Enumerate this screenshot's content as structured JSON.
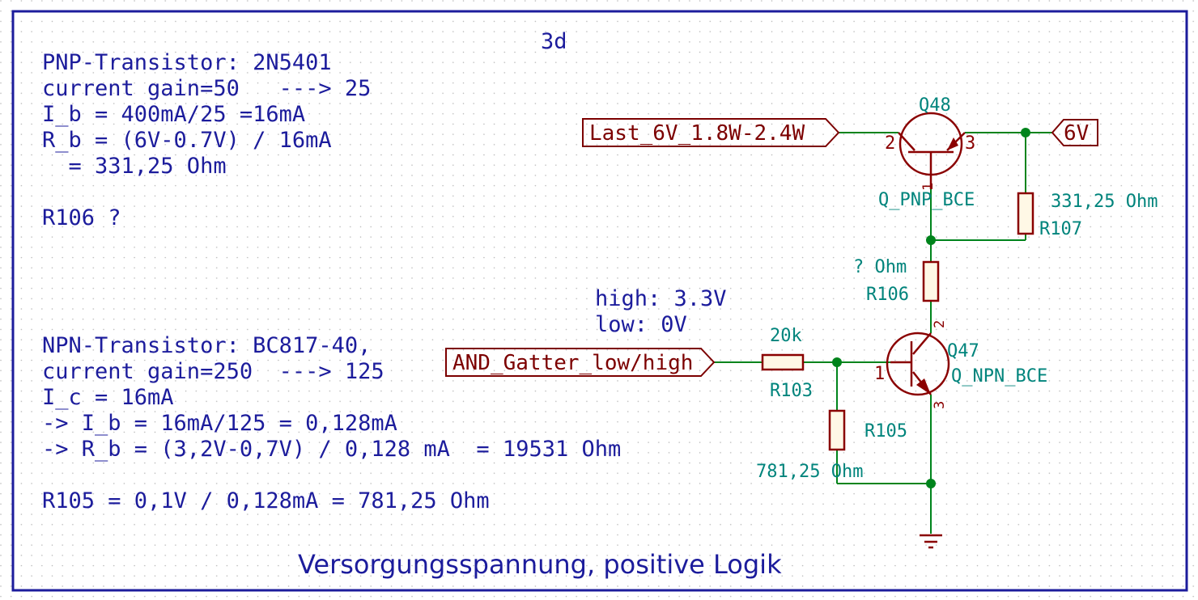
{
  "sheet_id": "3d",
  "notes": {
    "pnp": [
      "PNP-Transistor: 2N5401",
      "current gain=50   ---> 25",
      "I_b = 400mA/25 =16mA",
      "R_b = (6V-0.7V) / 16mA",
      "  = 331,25 Ohm",
      "",
      "R106 ?"
    ],
    "npn": [
      "NPN-Transistor: BC817-40,",
      "current gain=250  ---> 125",
      "I_c = 16mA",
      "-> I_b = 16mA/125 = 0,128mA",
      "-> R_b = (3,2V-0,7V) / 0,128 mA  = 19531 Ohm",
      "",
      "R105 = 0,1V / 0,128mA = 781,25 Ohm"
    ],
    "input_levels": [
      "high: 3.3V",
      "low: 0V"
    ]
  },
  "labels": {
    "last": "Last_6V_1.8W-2.4W",
    "supply": "6V",
    "and_gate": "AND_Gatter_low/high"
  },
  "components": {
    "q48": {
      "ref": "Q48",
      "value": "Q_PNP_BCE",
      "pin_b": "1",
      "pin_c": "2",
      "pin_e": "3"
    },
    "q47": {
      "ref": "Q47",
      "value": "Q_NPN_BCE",
      "pin_b": "1",
      "pin_c": "2",
      "pin_e": "3"
    },
    "r107": {
      "ref": "R107",
      "value": "331,25 Ohm"
    },
    "r106": {
      "ref": "R106",
      "value": "? Ohm"
    },
    "r103": {
      "ref": "R103",
      "value": "20k"
    },
    "r105": {
      "ref": "R105",
      "value": "781,25 Ohm"
    }
  },
  "title": "Versorgungsspannung, positive Logik",
  "colors": {
    "border": "#1c1c9c",
    "note_text": "#1c1c9c",
    "reference_text": "#00847c",
    "wire": "#00841c",
    "component": "#8a0000",
    "grid_dot": "#b8b8b8"
  }
}
